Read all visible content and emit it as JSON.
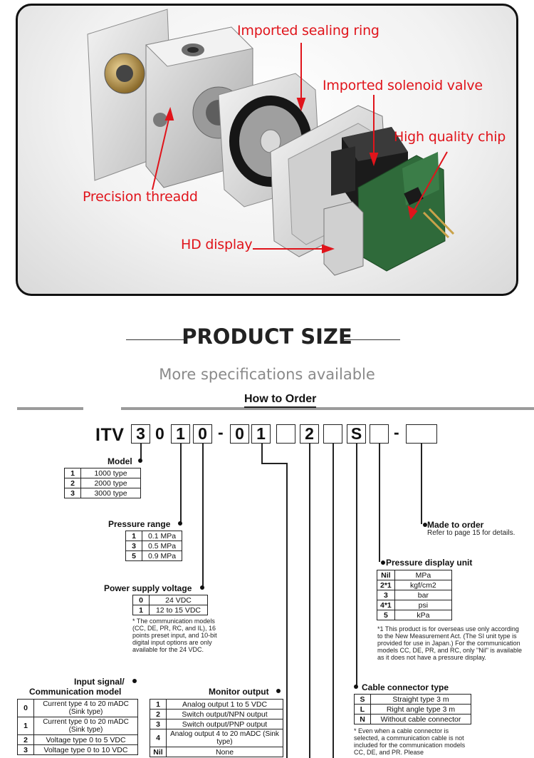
{
  "callouts": {
    "sealing_ring": "Imported sealing ring",
    "solenoid_valve": "Imported solenoid valve",
    "chip": "High quality chip",
    "thread": "Precision threadd",
    "display": "HD display"
  },
  "section": {
    "title": "PRODUCT SIZE",
    "subtitle": "More specifications available"
  },
  "order": {
    "heading": "How to Order",
    "prefix": "ITV",
    "code_chars": [
      "3",
      "0",
      "1",
      "0",
      "-",
      "0",
      "1",
      "",
      "2",
      "",
      "S",
      "",
      "-",
      ""
    ],
    "model": {
      "label": "Model",
      "rows": [
        [
          "1",
          "1000 type"
        ],
        [
          "2",
          "2000 type"
        ],
        [
          "3",
          "3000 type"
        ]
      ]
    },
    "pressure_range": {
      "label": "Pressure range",
      "rows": [
        [
          "1",
          "0.1 MPa"
        ],
        [
          "3",
          "0.5 MPa"
        ],
        [
          "5",
          "0.9 MPa"
        ]
      ]
    },
    "power_supply": {
      "label": "Power supply voltage",
      "rows": [
        [
          "0",
          "24 VDC"
        ],
        [
          "1",
          "12 to 15 VDC"
        ]
      ],
      "note": "* The communication models (CC, DE, PR, RC, and IL), 16 points preset input, and 10-bit digital input options are only available for the 24 VDC."
    },
    "input_signal": {
      "label_line1": "Input signal/",
      "label_line2": "Communication model",
      "rows": [
        [
          "0",
          "Current type 4 to 20 mADC (Sink type)"
        ],
        [
          "1",
          "Current type 0 to 20 mADC (Sink type)"
        ],
        [
          "2",
          "Voltage type 0 to 5 VDC"
        ],
        [
          "3",
          "Voltage type 0 to 10 VDC"
        ]
      ]
    },
    "monitor_output": {
      "label": "Monitor output",
      "rows": [
        [
          "1",
          "Analog output 1 to 5 VDC"
        ],
        [
          "2",
          "Switch output/NPN output"
        ],
        [
          "3",
          "Switch output/PNP output"
        ],
        [
          "4",
          "Analog output 4 to 20 mADC (Sink type)"
        ],
        [
          "Nil",
          "None"
        ]
      ]
    },
    "made_to_order": {
      "label": "Made to order",
      "note": "Refer to page 15 for details."
    },
    "pressure_display": {
      "label": "Pressure display unit",
      "rows": [
        [
          "Nil",
          "MPa"
        ],
        [
          "2*1",
          "kgf/cm2"
        ],
        [
          "3",
          "bar"
        ],
        [
          "4*1",
          "psi"
        ],
        [
          "5",
          "kPa"
        ]
      ],
      "note": "*1 This product is for overseas use only according to the New Measurement Act. (The SI unit type is provided for use in Japan.) For the communication models CC, DE, PR, and RC, only \"Nil\" is available as it does not have a pressure display."
    },
    "cable_connector": {
      "label": "Cable connector type",
      "rows": [
        [
          "S",
          "Straight type 3 m"
        ],
        [
          "L",
          "Right angle type 3 m"
        ],
        [
          "N",
          "Without cable connector"
        ]
      ],
      "note": "* Even when a cable connector is selected, a communication cable is not included for the communication models CC, DE, and PR. Please"
    }
  },
  "colors": {
    "callout_red": "#e0141b",
    "rule_gray": "#9b9b9b",
    "subtitle_gray": "#8a8a8a"
  }
}
